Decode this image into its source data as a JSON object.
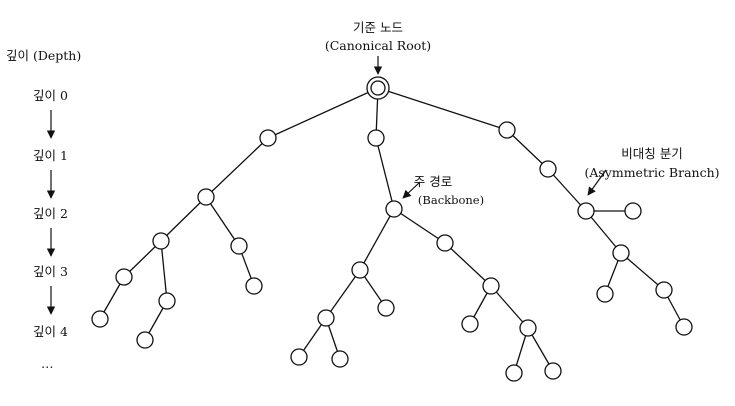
{
  "depth_axis": {
    "title": "깊이 (Depth)",
    "levels": [
      "깊이 0",
      "깊이 1",
      "깊이 2",
      "깊이 3",
      "깊이 4"
    ],
    "ellipsis": "…"
  },
  "root": {
    "label_ko": "기준 노드",
    "label_en": "(Canonical Root)"
  },
  "backbone": {
    "label_ko": "주 경로",
    "label_en": "(Backbone)"
  },
  "asymmetric": {
    "label_ko": "비대칭 분기",
    "label_en": "(Asymmetric Branch)"
  }
}
